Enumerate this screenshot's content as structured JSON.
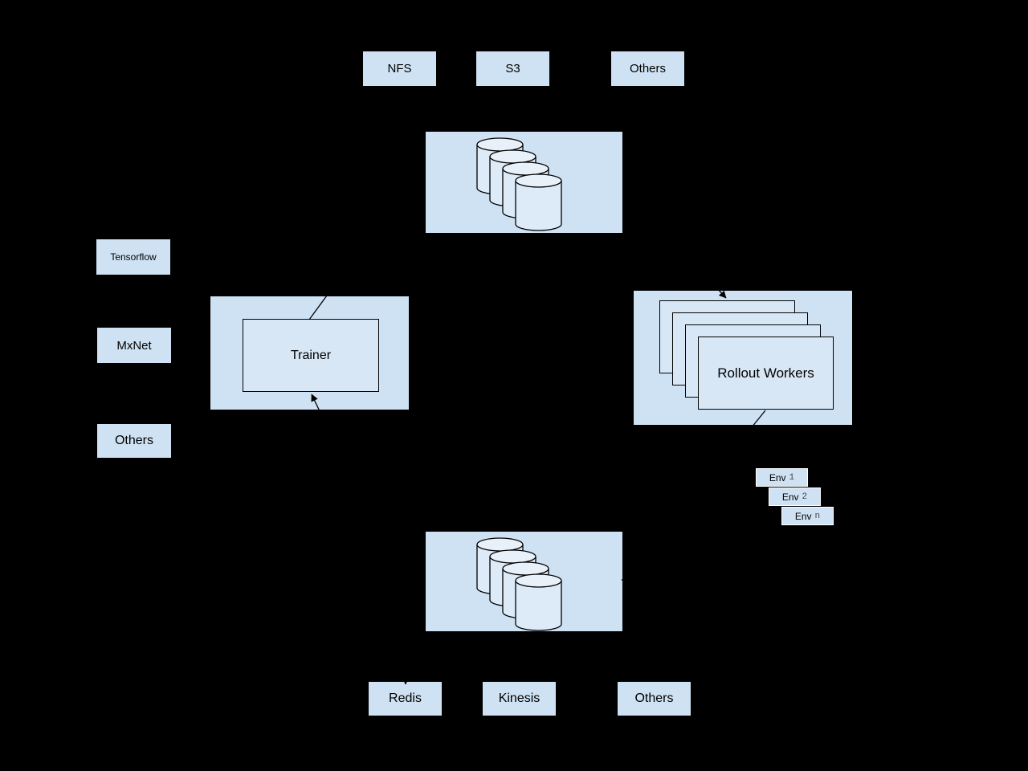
{
  "colors": {
    "background": "#000000",
    "box_fill": "#cfe2f3",
    "inner_fill": "#d8e7f5",
    "cylinder_body": "#ddeaf7",
    "cylinder_top": "#e8f1fa",
    "line": "#000000",
    "env_border": "#ffffff",
    "text": "#000000",
    "env_index_color": "#444444"
  },
  "icons": {
    "database_cluster": "database-cylinders-icon (4 stacked cylinders)",
    "rollout_stack": "cascaded-panels"
  },
  "storage_top": {
    "items": [
      {
        "label": "NFS"
      },
      {
        "label": "S3"
      },
      {
        "label": "Others"
      }
    ]
  },
  "frameworks": {
    "items": [
      {
        "label": "Tensorflow"
      },
      {
        "label": "MxNet"
      },
      {
        "label": "Others"
      }
    ]
  },
  "trainer": {
    "label": "Trainer"
  },
  "rollout": {
    "label": "Rollout Workers"
  },
  "envs": {
    "items": [
      {
        "prefix": "Env",
        "index": "1"
      },
      {
        "prefix": "Env",
        "index": "2"
      },
      {
        "prefix": "Env",
        "index": "n"
      }
    ]
  },
  "storage_bottom": {
    "items": [
      {
        "label": "Redis"
      },
      {
        "label": "Kinesis"
      },
      {
        "label": "Others"
      }
    ]
  }
}
